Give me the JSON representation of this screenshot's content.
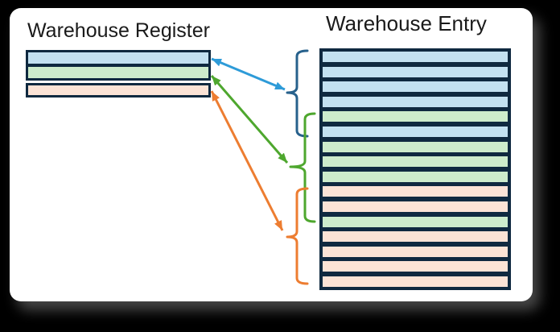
{
  "register": {
    "title": "Warehouse Register",
    "row_groups": [
      {
        "rows": [
          "blue",
          "green"
        ]
      },
      {
        "rows": [
          "pink"
        ]
      }
    ]
  },
  "entry": {
    "title": "Warehouse Entry",
    "rows": [
      "blue",
      "blue",
      "blue",
      "blue",
      "green",
      "blue",
      "green",
      "green",
      "green",
      "pink",
      "pink",
      "green",
      "pink",
      "pink",
      "pink",
      "pink"
    ]
  },
  "connectors": [
    {
      "color": "blue",
      "from": "register blue row",
      "to": "brace spanning entry rows 1-6"
    },
    {
      "color": "green",
      "from": "register green row",
      "to": "brace spanning entry rows 5-12"
    },
    {
      "color": "orange",
      "from": "register pink row",
      "to": "brace spanning entry rows 10-16"
    }
  ],
  "colors": {
    "row_blue": "#c3e1f1",
    "row_green": "#cdeccc",
    "row_pink": "#fbe3d6",
    "row_border": "#0f2940",
    "arrow_blue": "#2e9bd8",
    "brace_blue": "#27618c",
    "green": "#4ea72e",
    "orange": "#ed7d31",
    "title_text": "#1a1a1a",
    "slide_bg": "#ffffff",
    "frame_bg": "#000000"
  }
}
